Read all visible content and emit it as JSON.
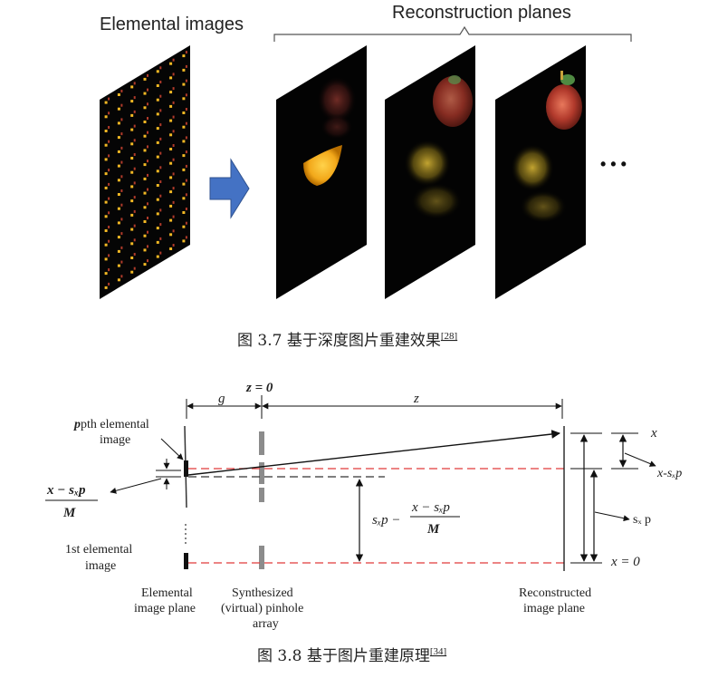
{
  "figure_top": {
    "label_elemental": "Elemental images",
    "label_reconstruction": "Reconstruction planes",
    "ellipsis": "• • •",
    "caption_main": "图 3.7  基于深度图片重建效果",
    "caption_ref": "[28]"
  },
  "figure_bottom": {
    "g": "g",
    "z0": "z = 0",
    "z": "z",
    "pth_label_1": "pth elemental",
    "pth_label_2": "image",
    "first_label_1": "1st elemental",
    "first_label_2": "image",
    "formula_left_num": "x − sₓp",
    "formula_left_den": "M",
    "formula_mid_left": "sₓp −",
    "formula_mid_num": "x − sₓp",
    "formula_mid_den": "M",
    "x_label": "x",
    "x_minus_label": "x-sₓp",
    "sx_p_label": "sₓ p",
    "x_zero_label": "x = 0",
    "plane_elemental_1": "Elemental",
    "plane_elemental_2": "image plane",
    "plane_synth_1": "Synthesized",
    "plane_synth_2": "(virtual) pinhole",
    "plane_synth_3": "array",
    "plane_recon_1": "Reconstructed",
    "plane_recon_2": "image plane",
    "caption_main": "图 3.8  基于图片重建原理",
    "caption_ref": "[34]"
  },
  "colors": {
    "arrow_fill": "#4472c4",
    "red_dash": "#e03a3a",
    "apple": "#c0392b",
    "yellow": "#f2b824"
  }
}
